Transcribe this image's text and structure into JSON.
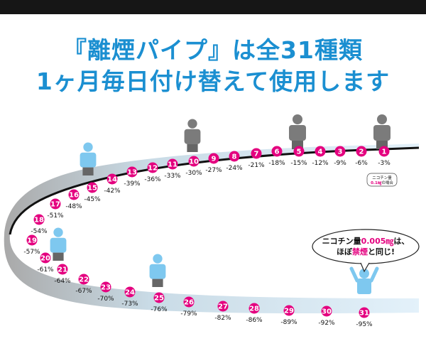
{
  "title_line1": "『離煙パイプ』は全31種類",
  "title_line2": "1ヶ月毎日付け替えて使用します",
  "note": {
    "line1": "ニコチン量",
    "line2_value": "0.1",
    "line2_unit": "㎎",
    "line2_suffix": "の場合"
  },
  "bubble": {
    "line1_prefix": "ニコチン量",
    "line1_value": "0.005",
    "line1_unit": "㎎",
    "line1_suffix": "は、",
    "line2_prefix": "ほぼ",
    "line2_emph": "禁煙",
    "line2_suffix": "と同じ!"
  },
  "colors": {
    "pink": "#e4007f",
    "title_blue": "#1b8fd1",
    "figure_blue": "#7ec8ef",
    "figure_gray": "#7b7b7b",
    "track_dark": "#111111"
  },
  "steps": [
    {
      "n": "1",
      "pct": "-3%"
    },
    {
      "n": "2",
      "pct": "-6%"
    },
    {
      "n": "3",
      "pct": "-9%"
    },
    {
      "n": "4",
      "pct": "-12%"
    },
    {
      "n": "5",
      "pct": "-15%"
    },
    {
      "n": "6",
      "pct": "-18%"
    },
    {
      "n": "7",
      "pct": "-21%"
    },
    {
      "n": "8",
      "pct": "-24%"
    },
    {
      "n": "9",
      "pct": "-27%"
    },
    {
      "n": "10",
      "pct": "-30%"
    },
    {
      "n": "11",
      "pct": "-33%"
    },
    {
      "n": "12",
      "pct": "-36%"
    },
    {
      "n": "13",
      "pct": "-39%"
    },
    {
      "n": "14",
      "pct": "-42%"
    },
    {
      "n": "15",
      "pct": "-45%"
    },
    {
      "n": "16",
      "pct": "-48%"
    },
    {
      "n": "17",
      "pct": "-51%"
    },
    {
      "n": "18",
      "pct": "-54%"
    },
    {
      "n": "19",
      "pct": "-57%"
    },
    {
      "n": "20",
      "pct": "-61%"
    },
    {
      "n": "21",
      "pct": "-64%"
    },
    {
      "n": "22",
      "pct": "-67%"
    },
    {
      "n": "23",
      "pct": "-70%"
    },
    {
      "n": "24",
      "pct": "-73%"
    },
    {
      "n": "25",
      "pct": "-76%"
    },
    {
      "n": "26",
      "pct": "-79%"
    },
    {
      "n": "27",
      "pct": "-82%"
    },
    {
      "n": "28",
      "pct": "-86%"
    },
    {
      "n": "29",
      "pct": "-89%"
    },
    {
      "n": "30",
      "pct": "-92%"
    },
    {
      "n": "31",
      "pct": "-95%"
    }
  ]
}
